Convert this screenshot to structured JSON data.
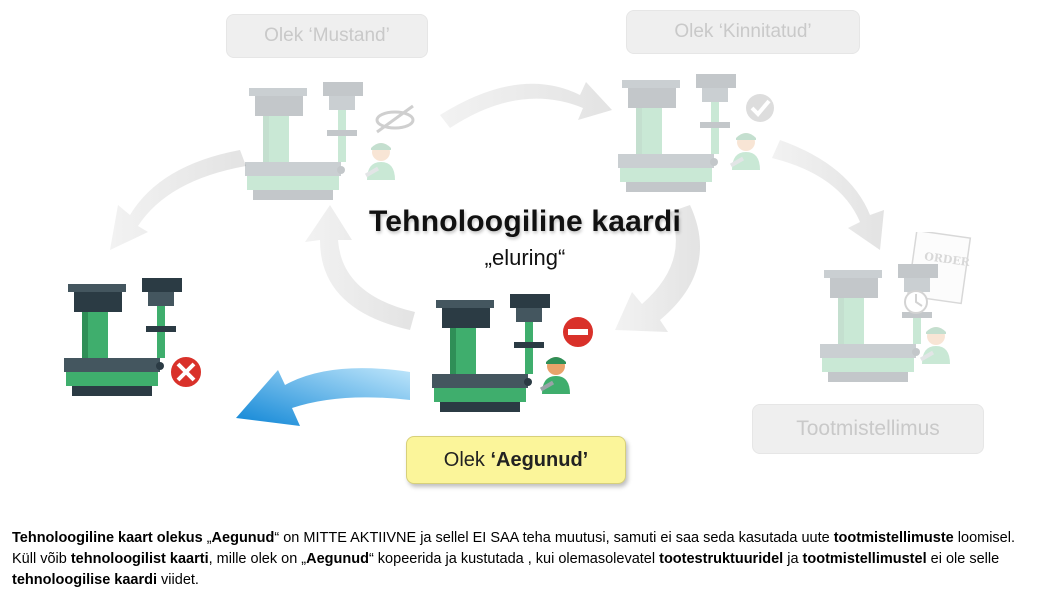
{
  "title": "Tehnoloogiline kaardi",
  "subtitle": "„eluring“",
  "states": {
    "draft": "Olek ‘Mustand’",
    "approved": "Olek ‘Kinnitatud’",
    "order": "Tootmistellimus",
    "expired_prefix": "Olek ",
    "expired_name": "‘Aegunud’"
  },
  "order_stamp": "ORDER",
  "description": {
    "p1": "Tehnoloogiline kaart olekus",
    "p2": " „",
    "p3": "Aegunud",
    "p4": "“ on MITTE AKTIIVNE ja sellel EI  SAA teha muutusi, samuti ei saa seda kasutada uute ",
    "p5": "tootmistellimuste",
    "p6": " loomisel. Küll võib ",
    "p7": "tehnoloogilist kaarti",
    "p8": ", mille olek on „",
    "p9": "Aegunud",
    "p10": "“ kopeerida ja kustutada , kui olemasolevatel ",
    "p11": "tootestruktuuridel",
    "p12": " ja ",
    "p13": "tootmistellimustel",
    "p14": " ei ole selle ",
    "p15": "tehnoloogilise kaardi",
    "p16": " viidet."
  },
  "colors": {
    "machine_green": "#3fae6d",
    "machine_dark": "#2b3b44",
    "arrow_blue": "#1e9be0",
    "bubble_yellow": "#fbf59a",
    "error_red": "#d9312a"
  }
}
